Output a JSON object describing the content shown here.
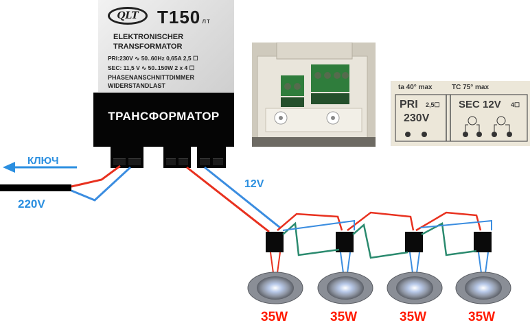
{
  "label": {
    "logo": "QLT",
    "model": "T150",
    "model_suffix": "лт",
    "line1": "ELEKTRONISCHER",
    "line2": "TRANSFORMATOR",
    "line3": "PRI:230V ∿ 50..60Hz 0,65A 2,5 ☐",
    "line4": "SEC: 11,5 V ∿ 50..150W  2 x 4 ☐",
    "line5": "PHASENANSCHNITTDIMMER",
    "line6": "WIDERSTANDLAST"
  },
  "transformer_title": "ТРАНСФОРМАТОР",
  "key_label": "КЛЮЧ",
  "input_voltage": "220V",
  "output_voltage": "12V",
  "terminal_photo": {
    "ta": "ta 40° max",
    "tc": "TC 75° max",
    "pri": "PRI",
    "pri_size": "2,5☐",
    "pri_voltage": "230V",
    "sec": "SEC 12V",
    "sec_size": "4☐"
  },
  "lamps": [
    {
      "power": "35W"
    },
    {
      "power": "35W"
    },
    {
      "power": "35W"
    },
    {
      "power": "35W"
    }
  ],
  "colors": {
    "wire_red": "#e8311f",
    "wire_blue": "#3b8de0",
    "wire_green": "#2a8a6e",
    "arrow": "#2b8fe0",
    "power_label": "#ff1a00"
  }
}
